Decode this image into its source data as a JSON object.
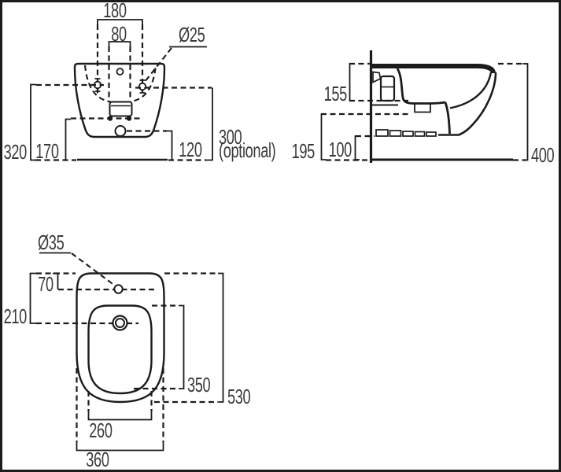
{
  "colors": {
    "background": "#ffffff",
    "line": "#1b1b1b",
    "text": "#3a3a3a"
  },
  "front_view": {
    "width_outer": "180",
    "width_channel": "80",
    "bolt_hole_diameter": "Ø25",
    "height_bolt_holes": "320",
    "height_supply": "170",
    "height_drain": "120",
    "height_optional": "300",
    "height_optional_note": "(optional)"
  },
  "side_view": {
    "rim_to_bowl_depth": "155",
    "underside_height": "195",
    "rail_height": "100",
    "overall_depth": "400"
  },
  "plan_view": {
    "tap_hole_diameter": "Ø35",
    "tap_hole_offset": "70",
    "drain_offset": "210",
    "bowl_length": "350",
    "overall_length": "530",
    "bowl_width": "260",
    "overall_width": "360"
  }
}
